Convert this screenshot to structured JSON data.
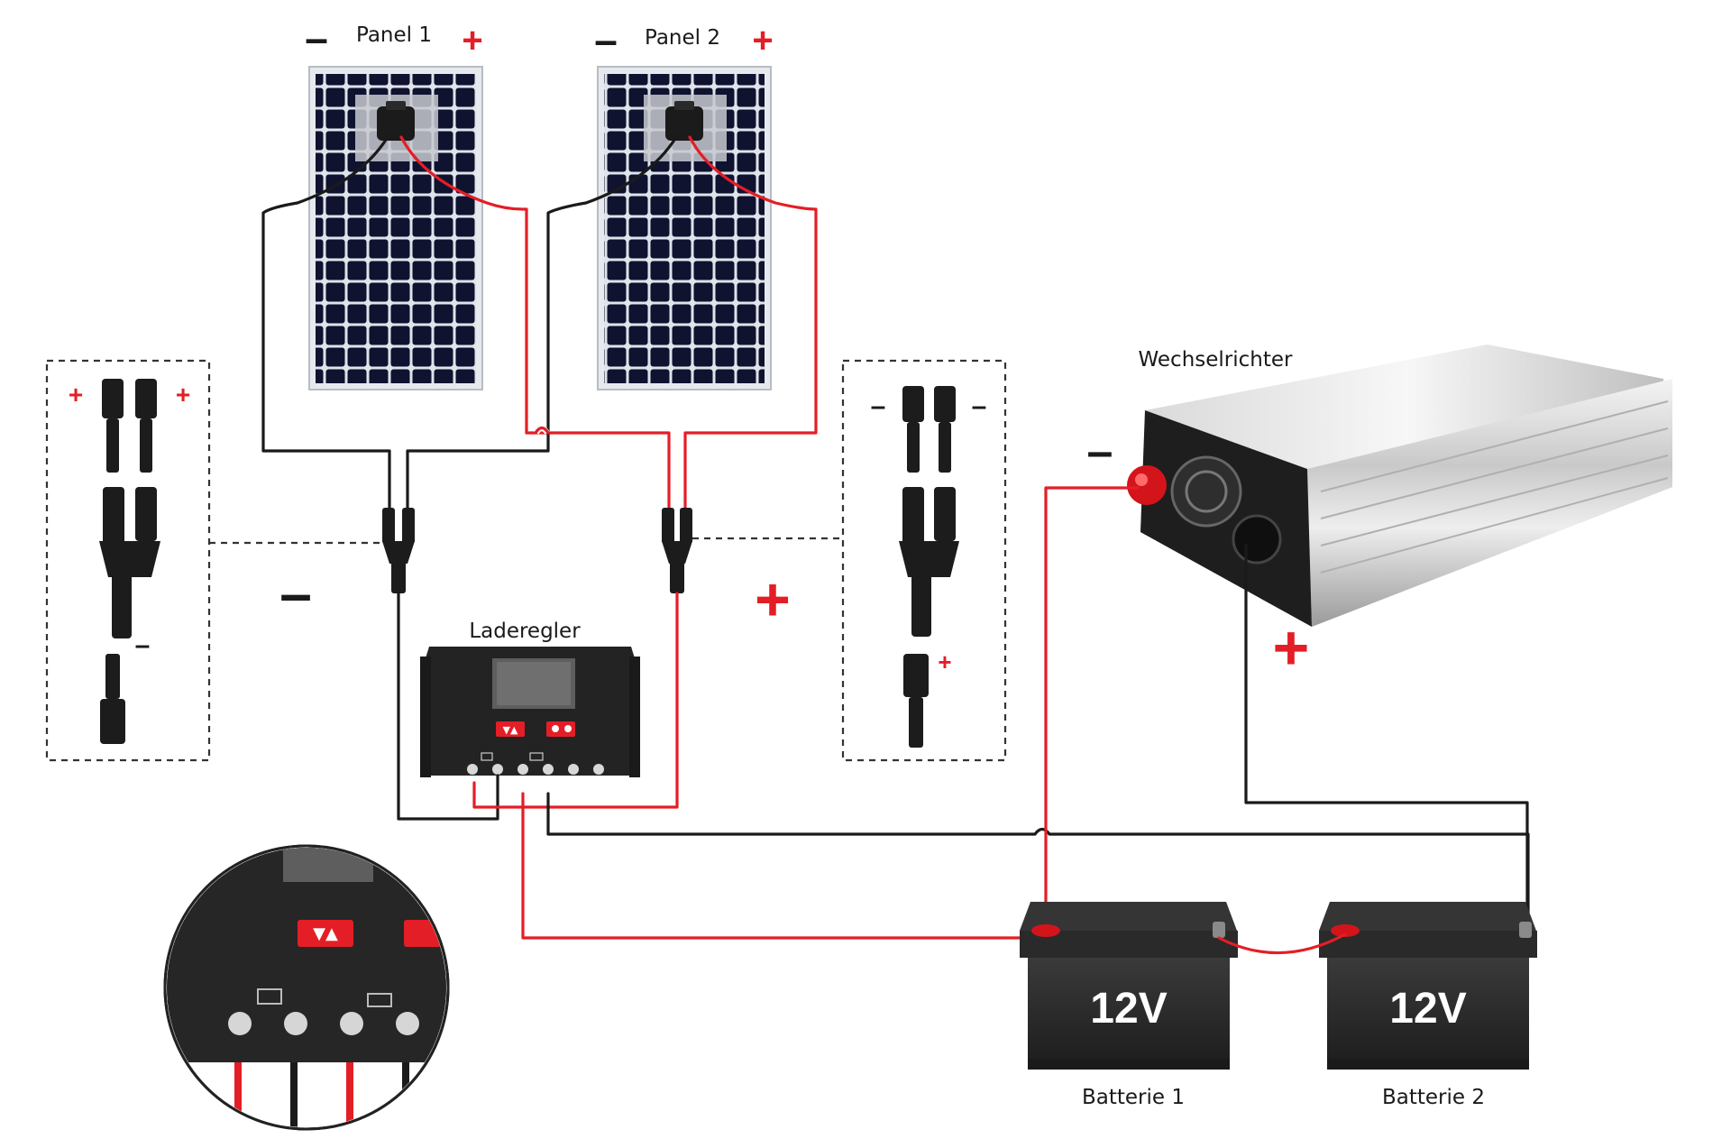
{
  "panels": [
    {
      "label": "Panel 1",
      "minus": "–",
      "plus": "+"
    },
    {
      "label": "Panel 2",
      "minus": "–",
      "plus": "+"
    }
  ],
  "controller": {
    "label": "Laderegler"
  },
  "inverter": {
    "label": "Wechselrichter",
    "minus": "–",
    "plus": "+"
  },
  "batteries": [
    {
      "label": "Batterie 1",
      "voltage": "12V"
    },
    {
      "label": "Batterie 2",
      "voltage": "12V"
    }
  ],
  "negative_branch": {
    "sign": "–",
    "plus_left": "+",
    "plus_right": "+",
    "minus_out": "–"
  },
  "positive_branch": {
    "sign": "+",
    "minus_left": "–",
    "minus_right": "–",
    "plus_out": "+"
  },
  "colors": {
    "positive_wire": "#e41e26",
    "negative_wire": "#1a1a1a",
    "panel_cell": "#0f1330",
    "battery": "#2c2c2c"
  }
}
